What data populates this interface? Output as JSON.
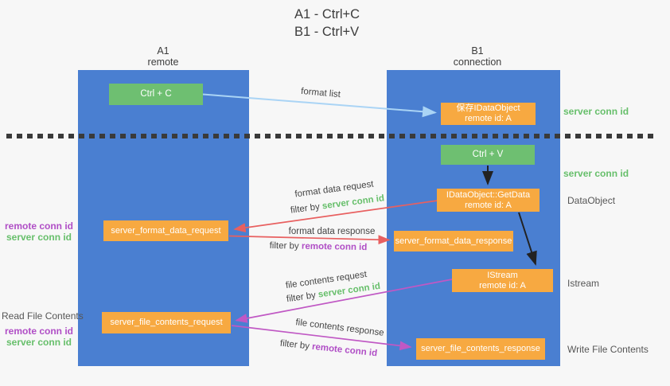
{
  "title": {
    "line1": "A1 - Ctrl+C",
    "line2": "B1 - Ctrl+V"
  },
  "columns": {
    "left": {
      "id": "A1",
      "role": "remote"
    },
    "right": {
      "id": "B1",
      "role": "connection"
    }
  },
  "nodes": {
    "ctrl_c": {
      "label": "Ctrl + C"
    },
    "saved_dataobject": {
      "line1": "保存IDataObject",
      "line2": "remote id: A"
    },
    "ctrl_v": {
      "label": "Ctrl + V"
    },
    "getdata": {
      "line1": "IDataObject::GetData",
      "line2": "remote id: A"
    },
    "server_format_data_request": {
      "label": "server_format_data_request"
    },
    "server_format_data_response": {
      "label": "server_format_data_response"
    },
    "istream": {
      "line1": "IStream",
      "line2": "remote id: A"
    },
    "server_file_contents_request": {
      "label": "server_file_contents_request"
    },
    "server_file_contents_response": {
      "label": "server_file_contents_response"
    }
  },
  "flow_labels": {
    "format_list": "format list",
    "format_data_request": "format data request",
    "format_data_response": "format data response",
    "file_contents_request": "file contents request",
    "file_contents_response": "file contents response",
    "filter_by": "filter by ",
    "server_conn_id": "server conn id",
    "remote_conn_id": "remote conn id"
  },
  "side_labels": {
    "server_conn_id_top": "server conn id",
    "server_conn_id_mid": "server conn id",
    "dataobject": "DataObject",
    "istream": "Istream",
    "write_file_contents": "Write File Contents",
    "read_file_contents": "Read File Contents",
    "remote_conn_id_upper": "remote conn id",
    "server_conn_id_upper": "server conn id",
    "remote_conn_id_lower": "remote conn id",
    "server_conn_id_lower": "server conn id"
  },
  "colors": {
    "column_blue": "#4a7fd1",
    "action_green": "#6ebf71",
    "message_orange": "#f7a941",
    "request_arrow_red": "#e86060",
    "response_arrow_purple": "#c058c4",
    "format_list_arrow_blue": "#aad4f5",
    "black_arrow": "#222222",
    "conn_green_text": "#67bf6b",
    "conn_purple_text": "#b04ec6"
  }
}
